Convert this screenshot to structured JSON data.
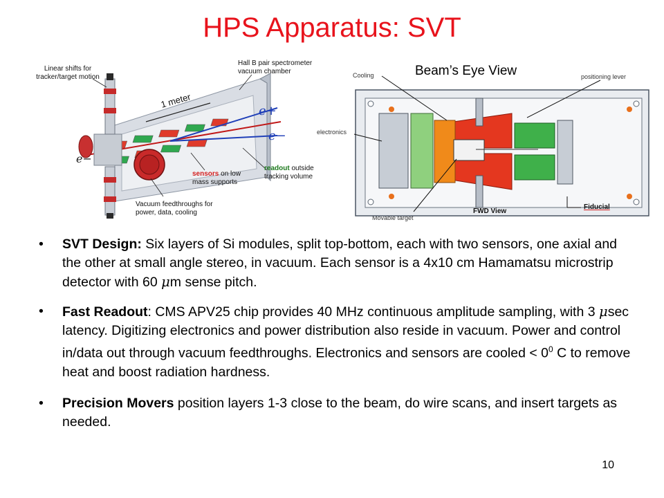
{
  "title": "HPS Apparatus: SVT",
  "left_figure": {
    "linear_shifts": "Linear shifts for tracker/target motion",
    "hall_b_chamber": "Hall B pair spectrometer vacuum chamber",
    "one_meter": "1 meter",
    "e_plus": "e+",
    "e_minus": "e−",
    "e_beam": "e−",
    "sensors_word": "sensors",
    "sensors_rest": " on low mass supports",
    "readout_word": "readout",
    "readout_rest": " outside tracking volume",
    "feedthroughs": "Vacuum feedthroughs for power, data, cooling"
  },
  "right_figure": {
    "beams_eye_view": "Beam’s Eye View",
    "cooling": "Cooling",
    "positioning_lever": "positioning lever",
    "electronics": "electronics",
    "movable_target": "Movable target",
    "fwd_view": "FWD View",
    "fiducial": "Fiducial"
  },
  "bullets": {
    "b1_head": "SVT Design:",
    "b1_text_a": " Six layers of Si modules, split top-bottom, each with two sensors, one axial and the other at small angle stereo, in vacuum. Each sensor is a 4x10 cm Hamamatsu microstrip detector with 60 ",
    "b1_mu": "μ",
    "b1_text_b": "m sense pitch.",
    "b2_head": "Fast Readout",
    "b2_text_a": ": CMS APV25 chip provides 40 MHz continuous amplitude sampling, with 3 ",
    "b2_mu": "μ",
    "b2_text_b": "sec latency. Digitizing electronics and power distribution also reside in vacuum. Power and control in/data out through vacuum feedthroughs. Electronics and sensors are cooled < 0",
    "b2_sup": "0",
    "b2_text_c": " C to remove heat and boost radiation hardness.",
    "b3_head": "Precision Movers",
    "b3_text": " position layers 1-3 close to the beam, do wire scans, and insert targets as needed."
  },
  "page_number": "10",
  "colors": {
    "title": "#e8131c",
    "sensor_label": "#d42020",
    "readout_label": "#1e7a1e"
  }
}
